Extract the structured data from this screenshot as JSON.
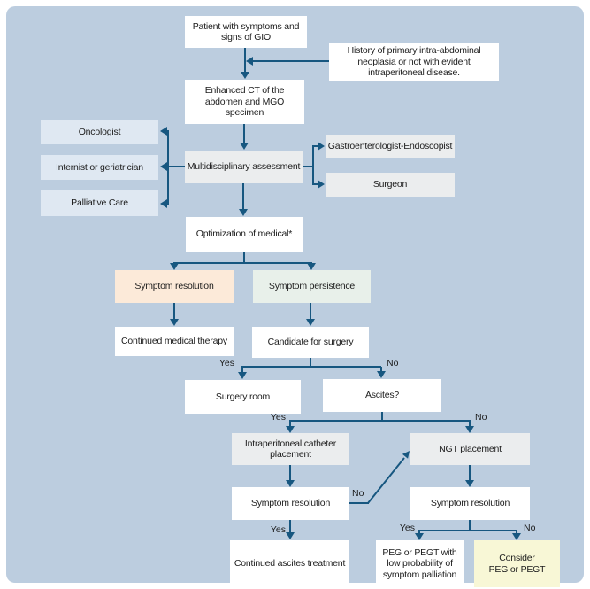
{
  "colors": {
    "bg": "#bccddf",
    "arrow": "#175780",
    "text": "#1c1c1c",
    "box-white": "#ffffff",
    "box-blue": "#dfe8f2",
    "box-gray": "#ebedee",
    "box-peach": "#fcead9",
    "box-mint": "#e8f0ea",
    "box-yellow": "#f8f7d6"
  },
  "nodes": {
    "patient": "Patient with symptoms and\nsigns of GIO",
    "history": "History of primary intra-abdominal\nneoplasia or not with evident\nintraperitoneal disease.",
    "enhanced_ct": "Enhanced CT of the\nabdomen and MGO\nspecimen",
    "oncologist": "Oncologist",
    "internist": "Internist or geriatrician",
    "palliative": "Palliative Care",
    "multidisciplinary": "Multidisciplinary assessment",
    "gastroenterologist": "Gastroenterologist-Endoscopist",
    "surgeon": "Surgeon",
    "optimization": "Optimization of medical*",
    "symptom_resolution_1": "Symptom resolution",
    "symptom_persistence": "Symptom persistence",
    "continued_medical": "Continued medical therapy",
    "candidate_surgery": "Candidate for surgery",
    "surgery_room": "Surgery room",
    "ascites": "Ascites?",
    "ip_catheter": "Intraperitoneal catheter\nplacement",
    "ngt_placement": "NGT placement",
    "symptom_resolution_2": "Symptom resolution",
    "symptom_resolution_3": "Symptom resolution",
    "continued_ascites": "Continued ascites treatment",
    "peg_low_probability": "PEG or PEGT with\nlow probability of\nsymptom palliation",
    "consider_peg": "Consider\nPEG or PEGT"
  },
  "edge_labels": {
    "yes": "Yes",
    "no": "No"
  }
}
